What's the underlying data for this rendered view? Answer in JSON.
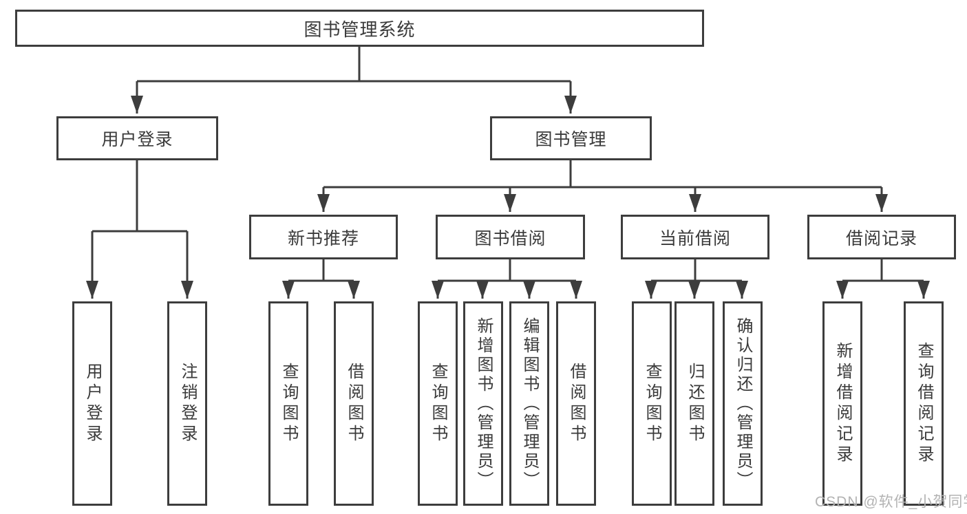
{
  "diagram": {
    "root": "图书管理系统",
    "branches": [
      {
        "label": "用户登录",
        "children": [
          "用户登录",
          "注销登录"
        ]
      },
      {
        "label": "图书管理",
        "groups": [
          {
            "label": "新书推荐",
            "children": [
              "查询图书",
              "借阅图书"
            ]
          },
          {
            "label": "图书借阅",
            "children": [
              "查询图书",
              "新增图书（管理员）",
              "编辑图书（管理员）",
              "借阅图书"
            ]
          },
          {
            "label": "当前借阅",
            "children": [
              "查询图书",
              "归还图书",
              "确认归还（管理员）"
            ]
          },
          {
            "label": "借阅记录",
            "children": [
              "新增借阅记录",
              "查询借阅记录"
            ]
          }
        ]
      }
    ]
  },
  "watermark": "CSDN @软件_小贺同学",
  "colors": {
    "line": "#3d3d3d",
    "text": "#3a3a3a",
    "watermark": "#b3b3b3",
    "bg": "#ffffff"
  }
}
